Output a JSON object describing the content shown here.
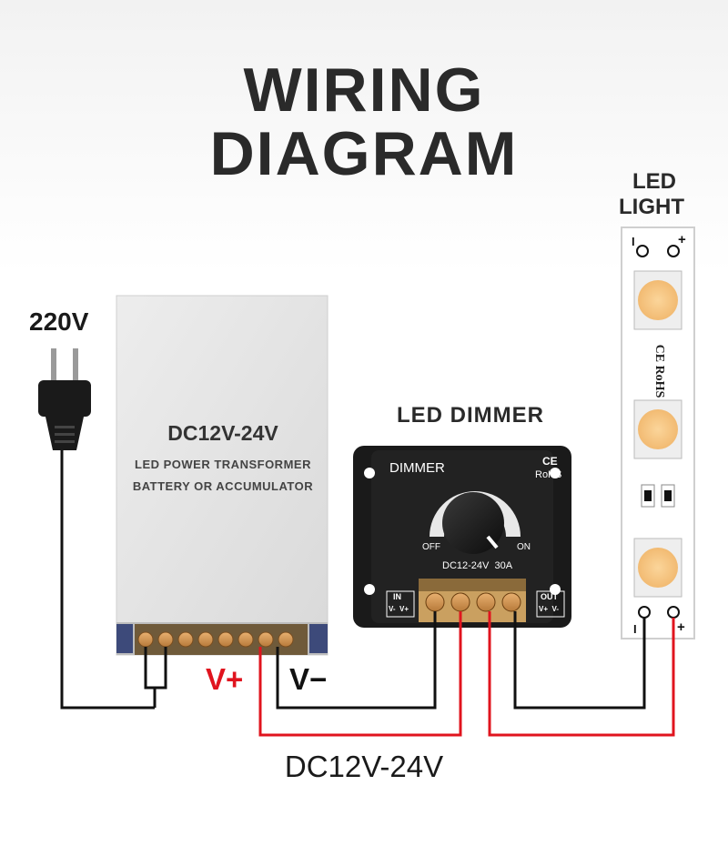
{
  "title_line1": "WIRING",
  "title_line2": "DIAGRAM",
  "plug": {
    "voltage_label": "220V"
  },
  "power_supply": {
    "voltage": "DC12V-24V",
    "line1": "LED POWER TRANSFORMER",
    "line2": "BATTERY OR ACCUMULATOR",
    "terminal_pos": "V+",
    "terminal_neg": "V−"
  },
  "dimmer": {
    "heading": "LED DIMMER",
    "panel_label": "DIMMER",
    "cert1": "CE",
    "cert2": "RoHS",
    "off": "OFF",
    "on": "ON",
    "rating": "DC12-24V  30A",
    "in_label": "IN",
    "in_pins": "V-  V+",
    "out_label": "OUT",
    "out_pins": "V+  V-"
  },
  "led_strip": {
    "heading_line1": "LED",
    "heading_line2": "LIGHT",
    "marking": "CE RoHS",
    "top_minus": "I",
    "top_plus": "+",
    "bottom_minus": "I",
    "bottom_plus": "+"
  },
  "bottom_voltage": "DC12V-24V",
  "colors": {
    "wire_black": "#111111",
    "wire_red": "#e0141e",
    "led_yellow": "#f4c27a",
    "psu_gray": "#e4e4e4",
    "dimmer_body": "#1c1c1c"
  }
}
